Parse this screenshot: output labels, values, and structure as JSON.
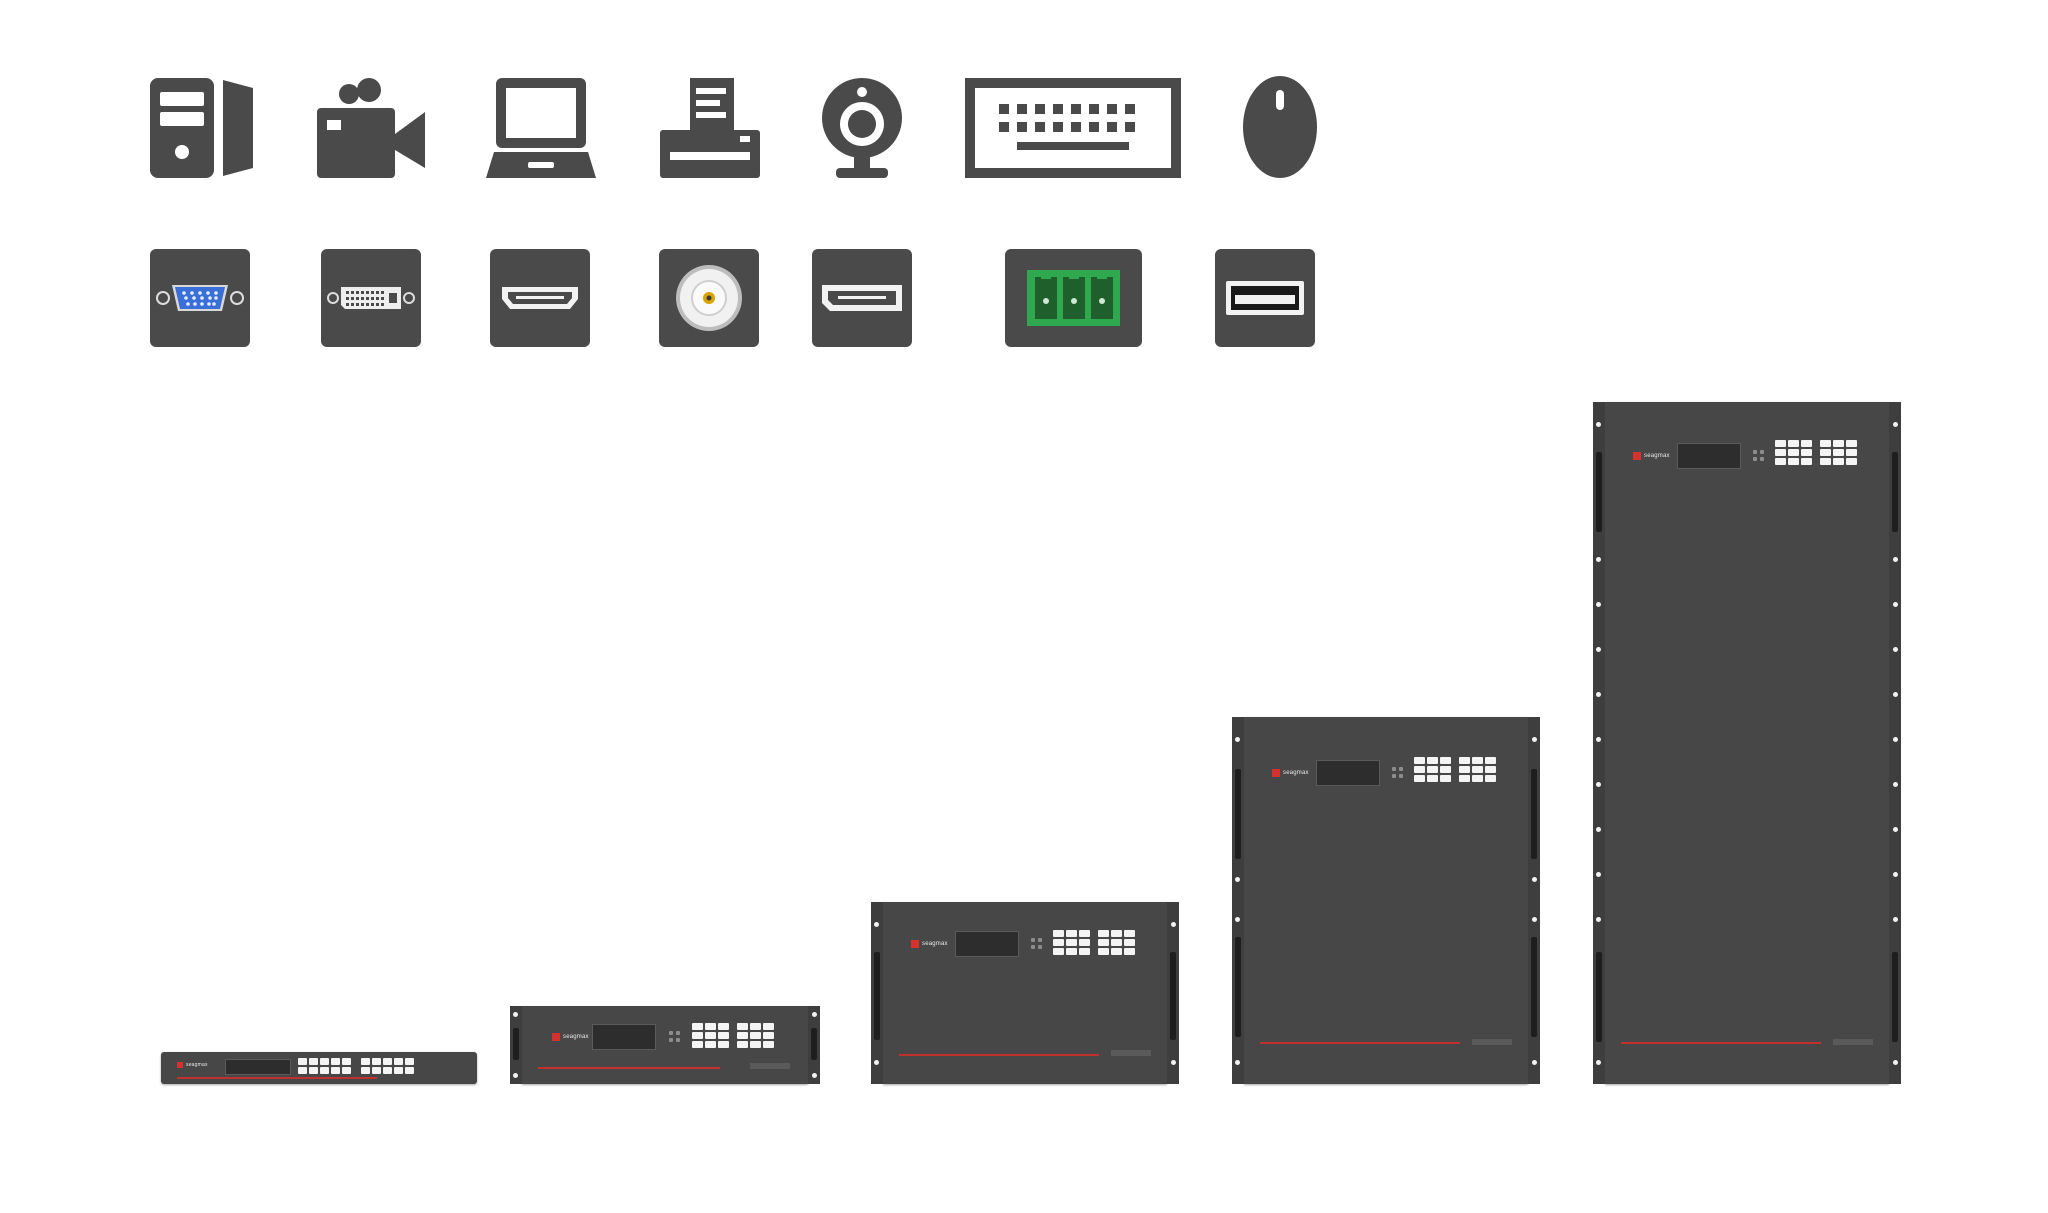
{
  "brand": "seagmax",
  "colors": {
    "icon_gray": "#4a4a4a",
    "chassis": "#474747",
    "accent_red": "#c0302d",
    "terminal_green": "#2fa84f",
    "vga_blue": "#3a6fd8"
  },
  "device_icons": [
    {
      "name": "pc-tower-icon"
    },
    {
      "name": "video-camera-icon"
    },
    {
      "name": "laptop-icon"
    },
    {
      "name": "printer-icon"
    },
    {
      "name": "webcam-icon"
    },
    {
      "name": "keyboard-icon"
    },
    {
      "name": "mouse-icon"
    }
  ],
  "port_icons": [
    {
      "name": "vga-port-icon"
    },
    {
      "name": "dvi-port-icon"
    },
    {
      "name": "hdmi-port-icon"
    },
    {
      "name": "bnc-port-icon"
    },
    {
      "name": "displayport-icon"
    },
    {
      "name": "terminal-block-icon"
    },
    {
      "name": "usb-port-icon"
    }
  ],
  "chassis_units": [
    {
      "name": "matrix-1u"
    },
    {
      "name": "matrix-4u"
    },
    {
      "name": "matrix-9u"
    },
    {
      "name": "matrix-18u"
    },
    {
      "name": "matrix-36u"
    }
  ]
}
